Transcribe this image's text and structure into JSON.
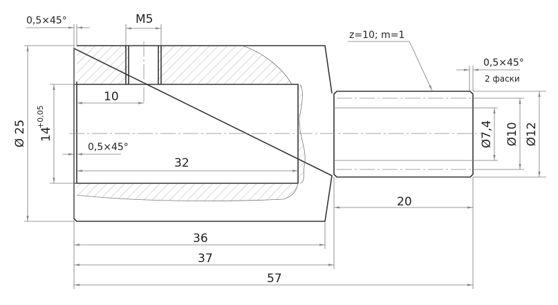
{
  "drawing": {
    "chamfer_top": "0,5×45°",
    "thread": "M5",
    "outer_diameter": "Ø 25",
    "bore_diameter": "14",
    "bore_tolerance": "+0,05",
    "hole_position": "10",
    "chamfer_inner": "0,5×45°",
    "bore_depth": "32",
    "gear_spec": "z=10; m=1",
    "shaft_chamfer": "0,5×45°",
    "shaft_chamfer_note": "2 фаски",
    "d_root": "Ø7,4",
    "d_pitch": "Ø10",
    "d_tip": "Ø12",
    "shaft_length": "20",
    "len_36": "36",
    "len_37": "37",
    "len_total": "57",
    "line_color": "#333333"
  }
}
